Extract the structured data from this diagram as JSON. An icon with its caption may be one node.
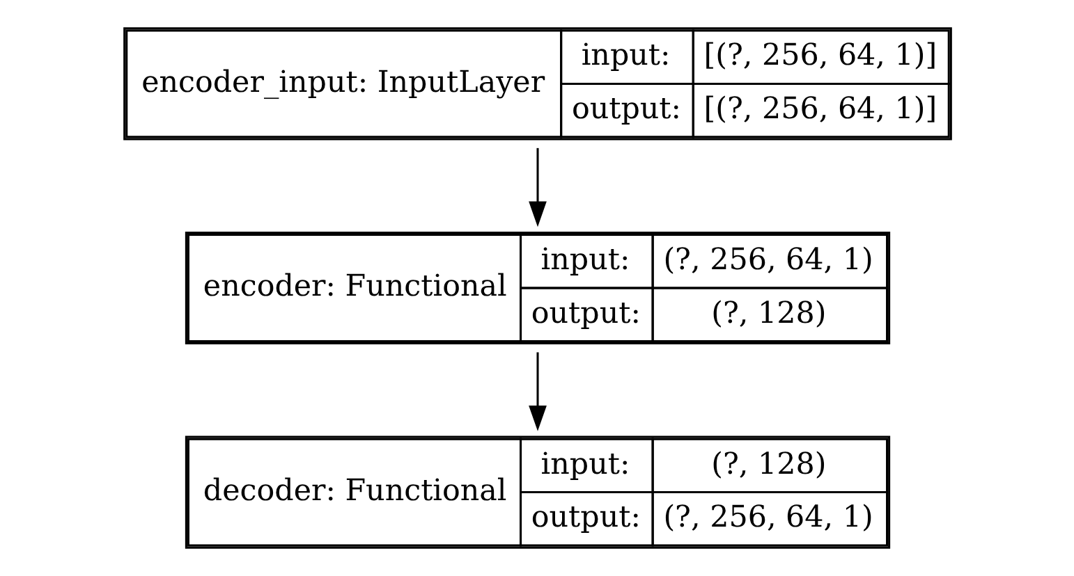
{
  "diagram": {
    "nodes": [
      {
        "text": [
          "encoder_input: InputLayer",
          "input:",
          "[(?, 256, 64, 1)]",
          "output:",
          "[(?, 256, 64, 1)]"
        ]
      },
      {
        "text": [
          "encoder: Functional",
          "input:",
          "(?, 256, 64, 1)",
          "output:",
          "(?, 128)"
        ]
      },
      {
        "text": [
          "decoder: Functional",
          "input:",
          "(?, 128)",
          "output:",
          "(?, 256, 64, 1)"
        ]
      }
    ],
    "edges": [
      {
        "from": 0,
        "to": 1,
        "arrow": "to"
      },
      {
        "from": 1,
        "to": 2,
        "arrow": "to"
      }
    ]
  }
}
